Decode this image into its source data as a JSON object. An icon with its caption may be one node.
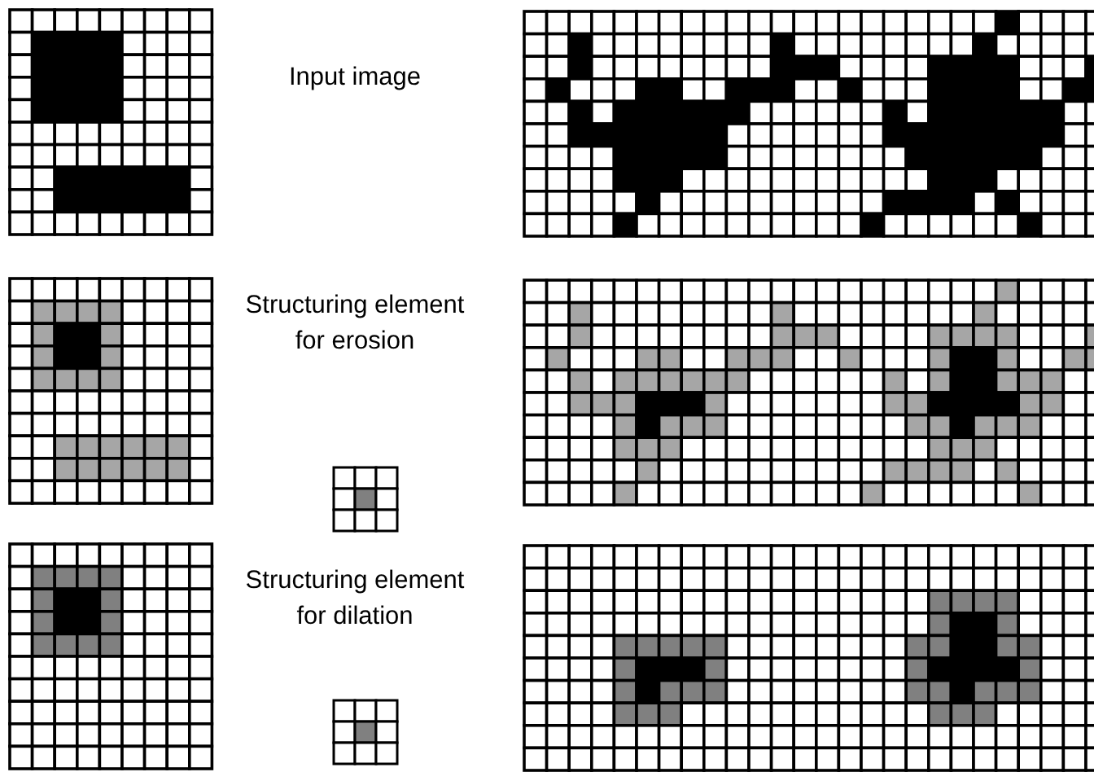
{
  "diagram": {
    "labels": [
      "Input image",
      "Structuring element for erosion",
      "Structuring element for dilation"
    ]
  }
}
